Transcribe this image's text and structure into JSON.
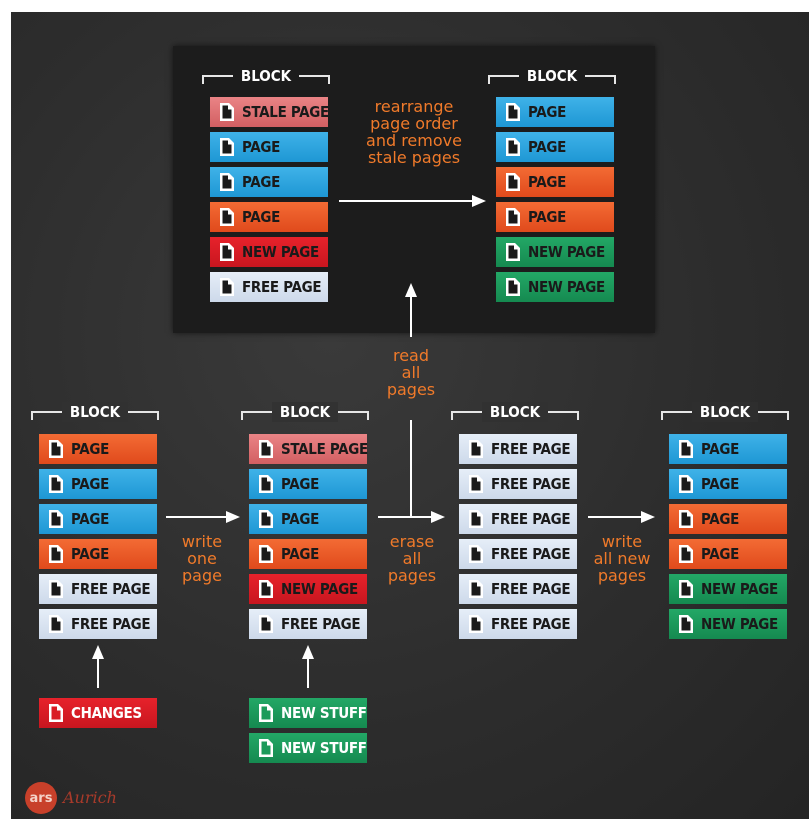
{
  "block_label": "BLOCK",
  "top_block_left": [
    "STALE PAGE",
    "PAGE",
    "PAGE",
    "PAGE",
    "NEW PAGE",
    "FREE PAGE"
  ],
  "top_block_right": [
    "PAGE",
    "PAGE",
    "PAGE",
    "PAGE",
    "NEW PAGE",
    "NEW PAGE"
  ],
  "block1": [
    "PAGE",
    "PAGE",
    "PAGE",
    "PAGE",
    "FREE PAGE",
    "FREE PAGE"
  ],
  "block2": [
    "STALE PAGE",
    "PAGE",
    "PAGE",
    "PAGE",
    "NEW PAGE",
    "FREE PAGE"
  ],
  "block3": [
    "FREE PAGE",
    "FREE PAGE",
    "FREE PAGE",
    "FREE PAGE",
    "FREE PAGE",
    "FREE PAGE"
  ],
  "block4": [
    "PAGE",
    "PAGE",
    "PAGE",
    "PAGE",
    "NEW PAGE",
    "NEW PAGE"
  ],
  "changes": "CHANGES",
  "new_stuff": [
    "NEW STUFF",
    "NEW STUFF"
  ],
  "steps": {
    "rearrange": [
      "rearrange",
      "page order",
      "and remove",
      "stale pages"
    ],
    "read": [
      "read",
      "all",
      "pages"
    ],
    "write_one": [
      "write",
      "one",
      "page"
    ],
    "erase": [
      "erase",
      "all",
      "pages"
    ],
    "write_all": [
      "write",
      "all new",
      "pages"
    ]
  },
  "logo": "ars",
  "colors": {
    "page_orange": "#e9551f",
    "page_blue": "#2aa3dc",
    "free_page": "#d8e3f1",
    "new_page_red": "#d91b24",
    "stale_page": "#df7174",
    "new_page_green": "#1c9a5a",
    "step_text": "#f07a2a",
    "background": "#2f2f2f"
  }
}
